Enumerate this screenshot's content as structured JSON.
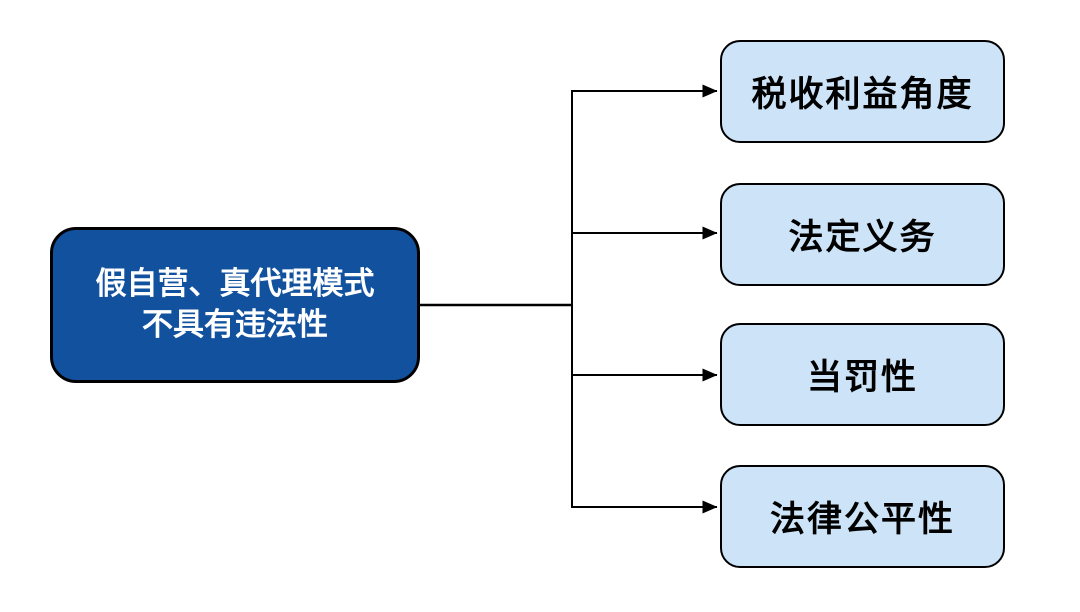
{
  "diagram": {
    "root_node": {
      "lines": [
        "假自营、真代理模式",
        "不具有违法性"
      ]
    },
    "branch_nodes": [
      {
        "label": "税收利益角度"
      },
      {
        "label": "法定义务"
      },
      {
        "label": "当罚性"
      },
      {
        "label": "法律公平性"
      }
    ],
    "colors": {
      "root_fill": "#12519E",
      "root_text": "#FFFFFF",
      "branch_fill": "#CDE4F8",
      "branch_text": "#000000",
      "outline": "#000000",
      "connector": "#000000",
      "background": "#FFFFFF"
    }
  }
}
